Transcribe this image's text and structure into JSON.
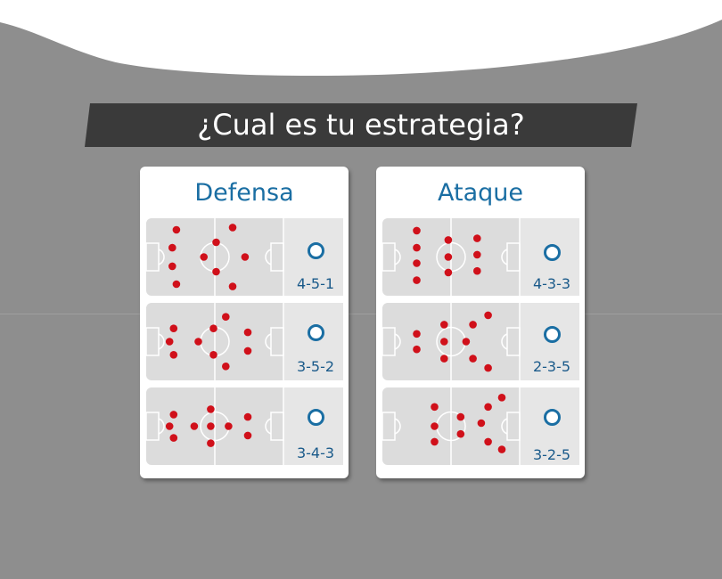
{
  "header": {
    "title": "¿Cual es tu estrategia?"
  },
  "colors": {
    "background": "#8e8e8e",
    "banner": "#3a3a3a",
    "accent": "#1a6ea3",
    "player": "#d0101a",
    "field": "#dcdcdc"
  },
  "cards": [
    {
      "title": "Defensa",
      "options": [
        {
          "label": "4-5-1",
          "selected": false,
          "players": [
            [
              0.22,
              0.15
            ],
            [
              0.19,
              0.38
            ],
            [
              0.19,
              0.62
            ],
            [
              0.22,
              0.85
            ],
            [
              0.42,
              0.5
            ],
            [
              0.51,
              0.31
            ],
            [
              0.51,
              0.69
            ],
            [
              0.63,
              0.12
            ],
            [
              0.63,
              0.88
            ],
            [
              0.72,
              0.5
            ]
          ]
        },
        {
          "label": "3-5-2",
          "selected": false,
          "players": [
            [
              0.2,
              0.33
            ],
            [
              0.17,
              0.5
            ],
            [
              0.2,
              0.67
            ],
            [
              0.38,
              0.5
            ],
            [
              0.49,
              0.33
            ],
            [
              0.49,
              0.67
            ],
            [
              0.58,
              0.18
            ],
            [
              0.58,
              0.82
            ],
            [
              0.74,
              0.38
            ],
            [
              0.74,
              0.62
            ]
          ]
        },
        {
          "label": "3-4-3",
          "selected": false,
          "players": [
            [
              0.2,
              0.35
            ],
            [
              0.17,
              0.5
            ],
            [
              0.2,
              0.65
            ],
            [
              0.35,
              0.5
            ],
            [
              0.47,
              0.28
            ],
            [
              0.47,
              0.5
            ],
            [
              0.47,
              0.72
            ],
            [
              0.6,
              0.5
            ],
            [
              0.74,
              0.38
            ],
            [
              0.74,
              0.62
            ]
          ]
        }
      ]
    },
    {
      "title": "Ataque",
      "options": [
        {
          "label": "4-3-3",
          "selected": false,
          "players": [
            [
              0.25,
              0.16
            ],
            [
              0.25,
              0.38
            ],
            [
              0.25,
              0.58
            ],
            [
              0.25,
              0.8
            ],
            [
              0.48,
              0.28
            ],
            [
              0.48,
              0.5
            ],
            [
              0.48,
              0.7
            ],
            [
              0.69,
              0.26
            ],
            [
              0.69,
              0.47
            ],
            [
              0.69,
              0.68
            ]
          ]
        },
        {
          "label": "2-3-5",
          "selected": false,
          "players": [
            [
              0.25,
              0.4
            ],
            [
              0.25,
              0.6
            ],
            [
              0.45,
              0.28
            ],
            [
              0.45,
              0.5
            ],
            [
              0.45,
              0.72
            ],
            [
              0.61,
              0.5
            ],
            [
              0.66,
              0.28
            ],
            [
              0.66,
              0.72
            ],
            [
              0.77,
              0.16
            ],
            [
              0.77,
              0.84
            ]
          ]
        },
        {
          "label": "3-2-5",
          "selected": false,
          "players": [
            [
              0.38,
              0.25
            ],
            [
              0.38,
              0.5
            ],
            [
              0.38,
              0.7
            ],
            [
              0.57,
              0.38
            ],
            [
              0.57,
              0.6
            ],
            [
              0.72,
              0.46
            ],
            [
              0.77,
              0.25
            ],
            [
              0.77,
              0.7
            ],
            [
              0.87,
              0.13
            ],
            [
              0.87,
              0.8
            ]
          ]
        }
      ]
    }
  ]
}
